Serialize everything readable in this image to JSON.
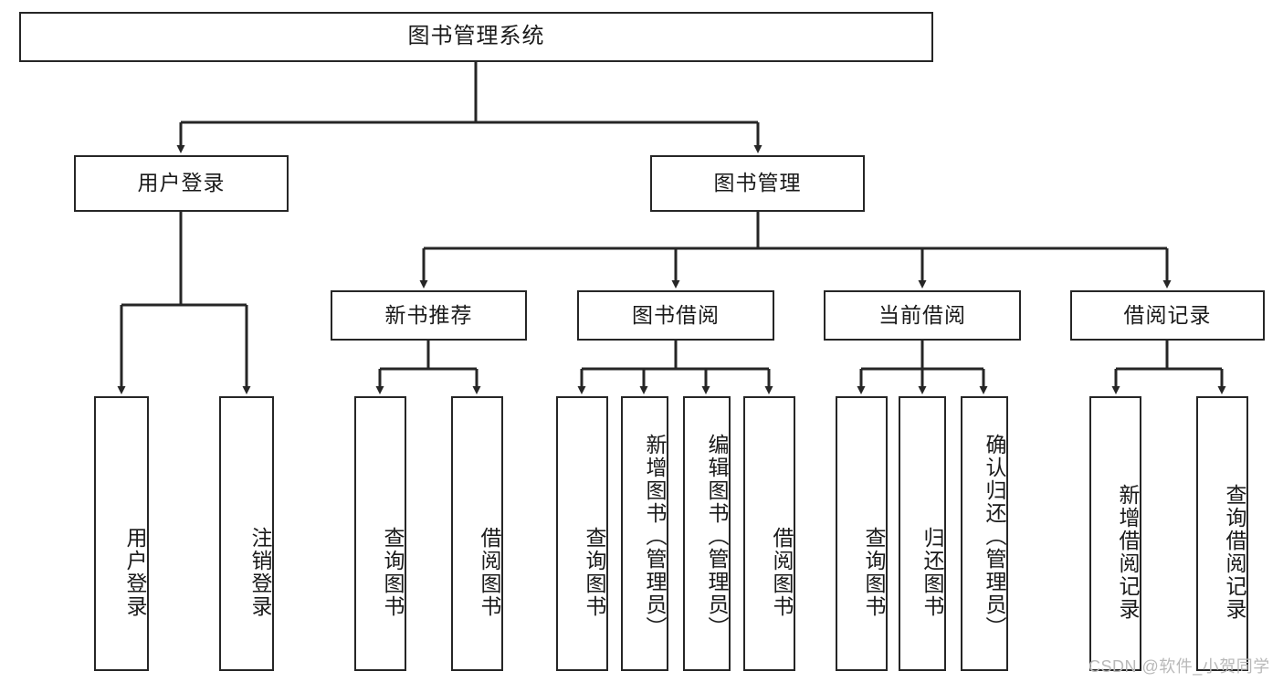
{
  "diagram": {
    "title": "图书管理系统",
    "type": "功能结构图",
    "watermark": "CSDN @软件_小贺同学",
    "colors": {
      "line": "#262626",
      "box_border": "#262626",
      "box_fill": "#ffffff",
      "text": "#1a1a1a",
      "watermark": "#b9b9b9"
    }
  },
  "nodes": {
    "root": {
      "label": "图书管理系统"
    },
    "level2": [
      {
        "id": "user-login",
        "label": "用户登录"
      },
      {
        "id": "book-manage",
        "label": "图书管理"
      }
    ],
    "level3": [
      {
        "id": "new-book-recommend",
        "label": "新书推荐"
      },
      {
        "id": "book-borrow",
        "label": "图书借阅"
      },
      {
        "id": "current-borrow",
        "label": "当前借阅"
      },
      {
        "id": "borrow-record",
        "label": "借阅记录"
      }
    ],
    "leaves": {
      "user_login": [
        {
          "id": "leaf-user-login",
          "label": "用户登录"
        },
        {
          "id": "leaf-logout-login",
          "label": "注销登录"
        }
      ],
      "new_book_recommend": [
        {
          "id": "leaf-query-book-1",
          "label": "查询图书"
        },
        {
          "id": "leaf-borrow-book-1",
          "label": "借阅图书"
        }
      ],
      "book_borrow": [
        {
          "id": "leaf-query-book-2",
          "label": "查询图书"
        },
        {
          "id": "leaf-add-book",
          "label": "新增图书（管理员）"
        },
        {
          "id": "leaf-edit-book",
          "label": "编辑图书（管理员）"
        },
        {
          "id": "leaf-borrow-book-2",
          "label": "借阅图书"
        }
      ],
      "current_borrow": [
        {
          "id": "leaf-query-book-3",
          "label": "查询图书"
        },
        {
          "id": "leaf-return-book",
          "label": "归还图书"
        },
        {
          "id": "leaf-confirm-return",
          "label": "确认归还（管理员）"
        }
      ],
      "borrow_record": [
        {
          "id": "leaf-add-record",
          "label": "新增借阅记录"
        },
        {
          "id": "leaf-query-record",
          "label": "查询借阅记录"
        }
      ]
    }
  }
}
